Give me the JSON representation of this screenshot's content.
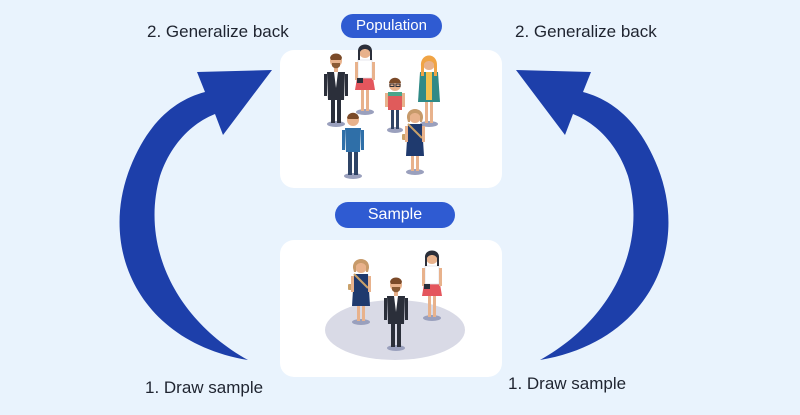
{
  "labels": {
    "generalize_left": "2. Generalize back",
    "generalize_right": "2. Generalize back",
    "draw_left": "1. Draw sample",
    "draw_right": "1. Draw sample"
  },
  "population": {
    "title": "Population"
  },
  "sample": {
    "title": "Sample"
  },
  "colors": {
    "background": "#e9f3fd",
    "arrow": "#1d3faa",
    "pill": "#2f5bd2",
    "card": "#ffffff",
    "sample_disc": "#d9dae6"
  },
  "people_icons": {
    "population": [
      "man-in-suit-icon",
      "woman-red-skirt-icon",
      "boy-glasses-icon",
      "woman-green-coat-icon",
      "man-blue-shirt-icon",
      "woman-navy-dress-icon"
    ],
    "sample": [
      "woman-navy-dress-icon",
      "man-in-suit-icon",
      "woman-red-skirt-icon"
    ]
  }
}
